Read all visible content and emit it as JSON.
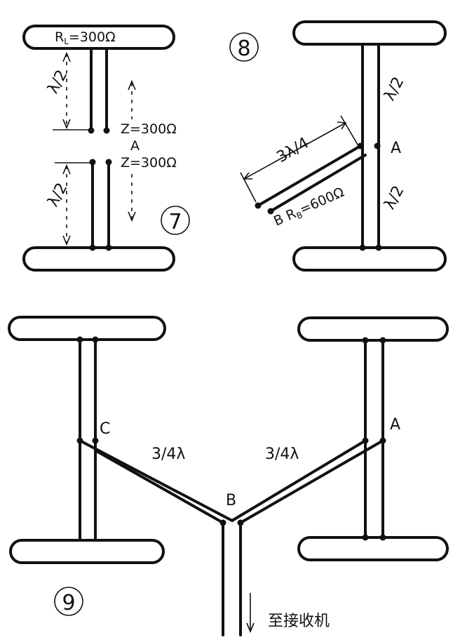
{
  "figure7": {
    "id_label": "⑦",
    "rl_label": "R",
    "rl_sub": "L",
    "rl_value": "=300Ω",
    "half_wave_top": "λ/2",
    "half_wave_bottom": "λ/2",
    "z_top": "Z=300Ω",
    "z_bottom": "Z=300Ω",
    "point_a": "A"
  },
  "figure8": {
    "id_label": "⑧",
    "half_wave_top": "λ/2",
    "half_wave_bottom": "λ/2",
    "three_quarter_wave": "3λ/4",
    "point_a": "A",
    "point_b": "B",
    "rb_label": "R",
    "rb_sub": "B",
    "rb_value": "=600Ω"
  },
  "figure9": {
    "id_label": "⑨",
    "point_a": "A",
    "point_b": "B",
    "point_c": "C",
    "length_left": "3/4λ",
    "length_right": "3/4λ",
    "to_receiver": "至接收机"
  }
}
